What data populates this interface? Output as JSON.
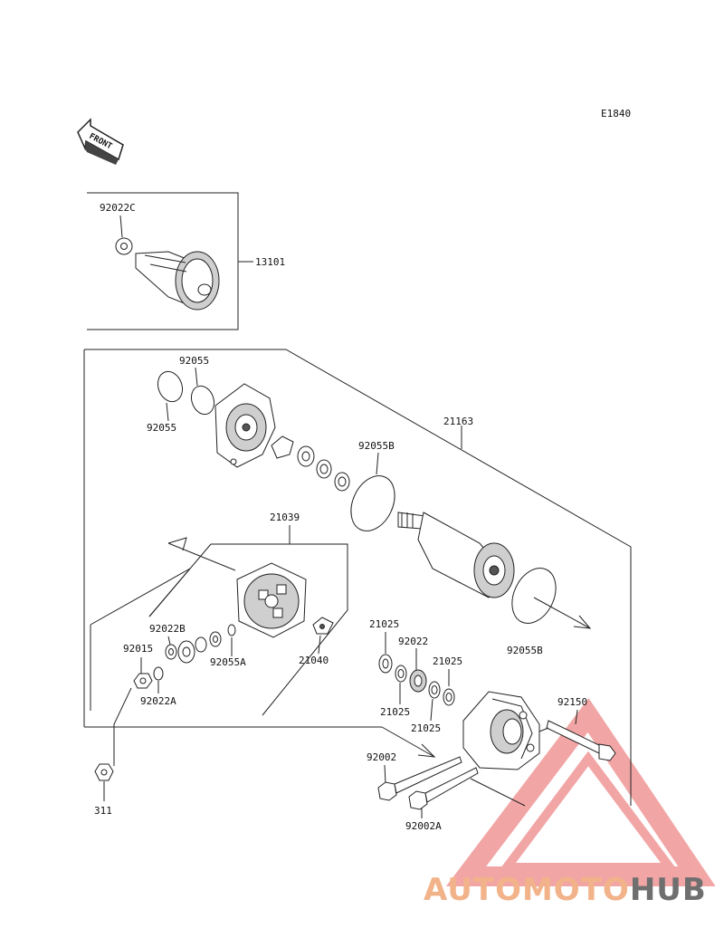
{
  "diagram_code": "E1840",
  "front_arrow_label": "FRONT",
  "brand": {
    "part1": "AUTOMOTO",
    "part2": "HUB",
    "accent": "#e85c5c"
  },
  "callouts": {
    "p92022C": "92022C",
    "p13101": "13101",
    "p92055_top": "92055",
    "p92055_left": "92055",
    "p21163": "21163",
    "p92055B_top": "92055B",
    "p21039": "21039",
    "p92055B_bottom": "92055B",
    "p92022B": "92022B",
    "p92015": "92015",
    "p92055A": "92055A",
    "p21040": "21040",
    "p92022A": "92022A",
    "p21025_a": "21025",
    "p92022": "92022",
    "p21025_b": "21025",
    "p21025_c": "21025",
    "p21025_d": "21025",
    "p92150": "92150",
    "p92002": "92002",
    "p92002A": "92002A",
    "p311": "311"
  }
}
